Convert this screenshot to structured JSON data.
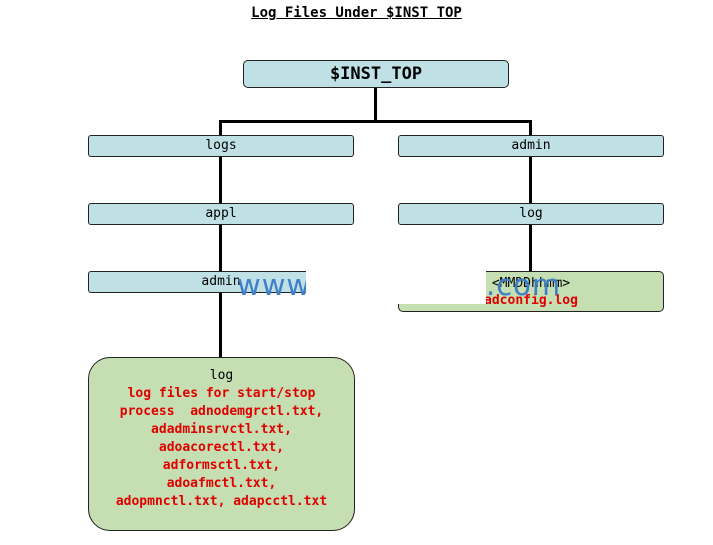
{
  "title": "Log Files Under $INST TOP",
  "root": "$INST_TOP",
  "left_branch": {
    "l1": "logs",
    "l2": "appl",
    "l3": "admin"
  },
  "right_branch": {
    "l1": "admin",
    "l2": "log"
  },
  "right_leaf": {
    "line1": "<MMDDhhmm>",
    "line2": "adconfig.log"
  },
  "left_leaf": {
    "heading": "log",
    "lines": [
      "log files for start/stop",
      "process  adnodemgrctl.txt,",
      "adadminsrvctl.txt,",
      "adoacorectl.txt,",
      "adformsctl.txt,",
      "adoafmctl.txt,",
      "adopmnctl.txt, adapcctl.txt"
    ]
  },
  "watermark": {
    "left": "www",
    "right": ".com"
  },
  "colors": {
    "node_fill": "#bfe0e4",
    "leaf_fill": "#c6dfb2",
    "red_text": "#e00000",
    "watermark": "#3d7fc8"
  }
}
